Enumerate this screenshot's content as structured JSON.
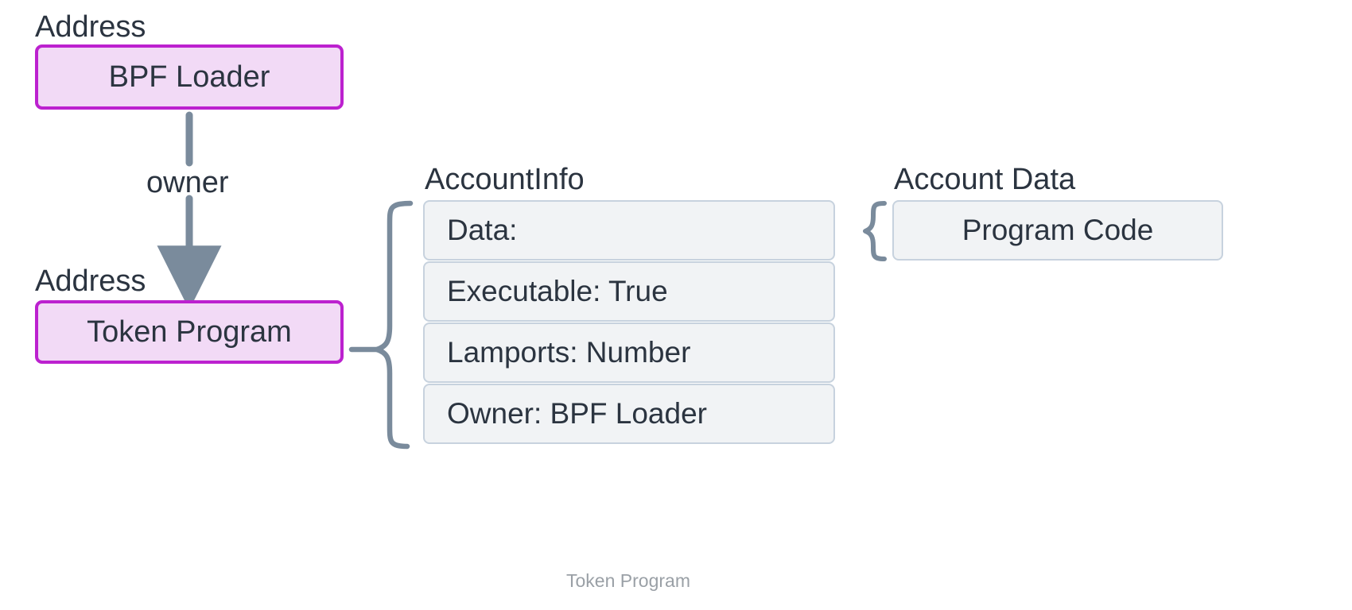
{
  "figure": {
    "caption": "Token Program",
    "background_color": "#ffffff"
  },
  "colors": {
    "address_box_fill": "#f2daf6",
    "address_box_border": "#bc21cf",
    "info_row_fill": "#f1f3f5",
    "info_row_border": "#c7d2de",
    "connector": "#7a8b9c",
    "text": "#2b3440",
    "caption_text": "#9aa0a6"
  },
  "nodes": {
    "bpf_loader": {
      "caption": "Address",
      "label": "BPF Loader"
    },
    "token_program": {
      "caption": "Address",
      "label": "Token Program"
    }
  },
  "edges": [
    {
      "from": "bpf_loader",
      "to": "token_program",
      "label": "owner",
      "arrow": "down"
    }
  ],
  "account_info": {
    "caption": "AccountInfo",
    "rows": [
      {
        "label": "Data:"
      },
      {
        "label": "Executable: True"
      },
      {
        "label": "Lamports: Number"
      },
      {
        "label": "Owner: BPF Loader"
      }
    ]
  },
  "account_data": {
    "caption": "Account Data",
    "rows": [
      {
        "label": "Program Code"
      }
    ]
  }
}
